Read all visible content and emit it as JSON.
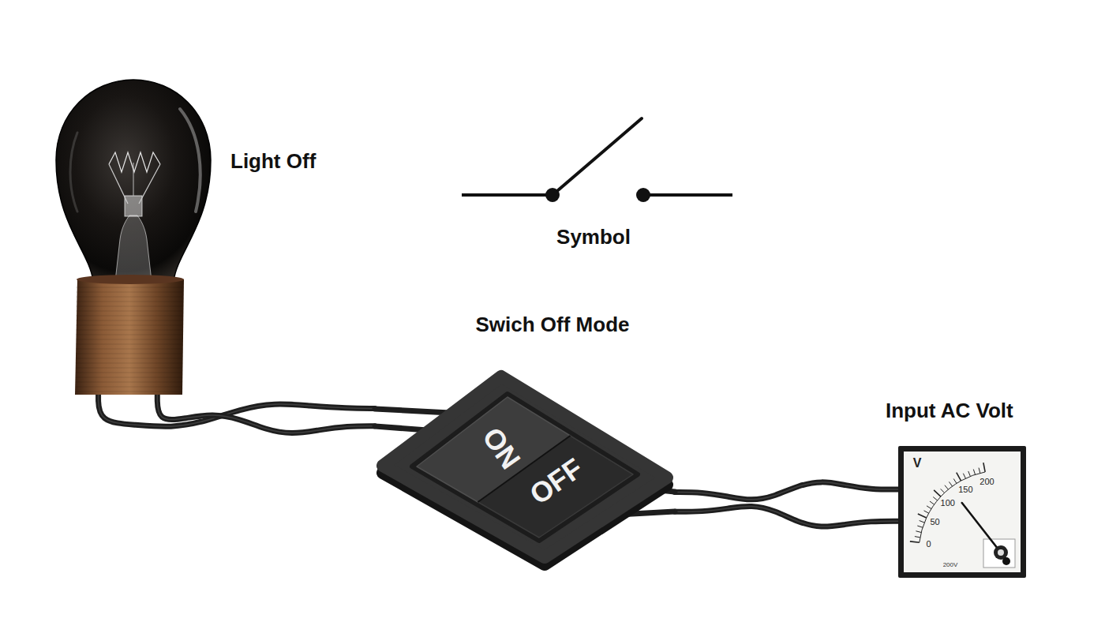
{
  "diagram": {
    "nodes": [
      {
        "text": [
          "Light Off"
        ]
      },
      {
        "text": [
          "Swich Off Mode",
          "ON",
          "OFF"
        ]
      },
      {
        "text": [
          "Input AC Volt",
          "V",
          "0",
          "50",
          "100",
          "150",
          "200",
          "200V"
        ]
      }
    ],
    "edges": [
      {
        "from": 0,
        "to": 1,
        "arrow": "none"
      },
      {
        "from": 1,
        "to": 2,
        "arrow": "none"
      }
    ],
    "labels": [
      "Symbol"
    ]
  }
}
